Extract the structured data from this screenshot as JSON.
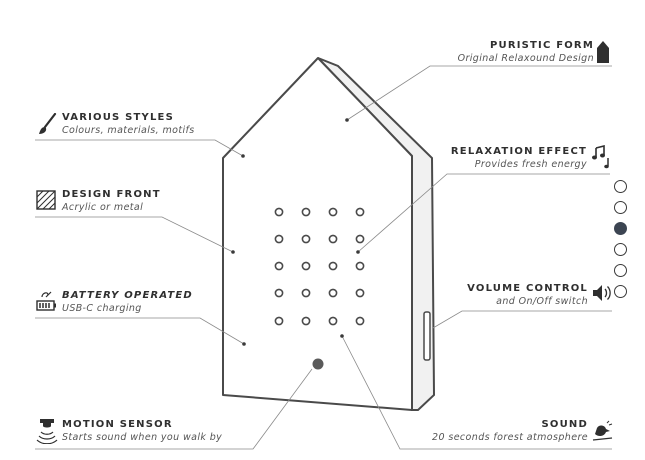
{
  "features": {
    "puristic": {
      "title": "PURISTIC FORM",
      "subtitle": "Original Relaxound Design"
    },
    "styles": {
      "title": "VARIOUS STYLES",
      "subtitle": "Colours, materials, motifs"
    },
    "relaxation": {
      "title": "RELAXATION EFFECT",
      "subtitle": "Provides fresh energy"
    },
    "design_front": {
      "title": "DESIGN FRONT",
      "subtitle": "Acrylic or metal"
    },
    "battery": {
      "title": "BATTERY OPERATED",
      "subtitle": "USB-C charging"
    },
    "volume": {
      "title": "VOLUME CONTROL",
      "subtitle": "and On/Off switch"
    },
    "motion": {
      "title": "MOTION SENSOR",
      "subtitle": "Starts sound when you walk by"
    },
    "sound": {
      "title": "SOUND",
      "subtitle": "20 seconds forest atmosphere"
    }
  },
  "pagination": {
    "total": 6,
    "active_index": 2
  },
  "icons": [
    "house-icon",
    "brush-icon",
    "music-note-icon",
    "hatch-pattern-icon",
    "battery-icon",
    "speaker-icon",
    "motion-sensor-icon",
    "bird-icon"
  ],
  "colors": {
    "line": "#3a3a3a",
    "device_stroke": "#4a4a4a",
    "active_dot": "#3c4552"
  }
}
